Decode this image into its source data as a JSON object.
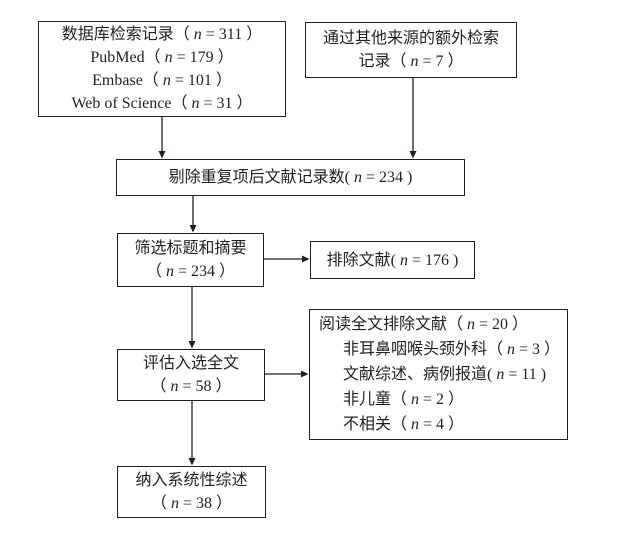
{
  "colors": {
    "background": "#ffffff",
    "line": "#231f20",
    "text": "#231f20"
  },
  "diagram": {
    "boxes": {
      "identification": {
        "lines": [
          "数据库检索记录（ n = 311 ）",
          "PubMed（ n = 179 ）",
          "Embase（ n = 101 ）",
          "Web of Science（ n = 31 ）"
        ]
      },
      "other_sources": {
        "lines": [
          "通过其他来源的额外检索",
          "记录（ n = 7 ）"
        ]
      },
      "deduplicated": {
        "lines": [
          "剔除重复项后文献记录数( n = 234 )"
        ]
      },
      "screening": {
        "lines": [
          "筛选标题和摘要",
          "（ n = 234 ）"
        ]
      },
      "excluded": {
        "lines": [
          "排除文献( n = 176 )"
        ]
      },
      "fulltext": {
        "lines": [
          "评估入选全文",
          "（ n = 58 ）"
        ]
      },
      "fulltext_excluded": {
        "lines": [
          "阅读全文排除文献（ n = 20 ）",
          "非耳鼻咽喉头颈外科（ n = 3 ）",
          "文献综述、病例报道( n = 11 )",
          "非儿童（ n = 2 ）",
          "不相关（ n = 4 ）"
        ]
      },
      "included": {
        "lines": [
          "纳入系统性综述",
          "（ n = 38 ）"
        ]
      }
    },
    "edges": [
      {
        "from": "identification",
        "to": "deduplicated"
      },
      {
        "from": "other_sources",
        "to": "deduplicated"
      },
      {
        "from": "deduplicated",
        "to": "screening"
      },
      {
        "from": "screening",
        "to": "excluded"
      },
      {
        "from": "screening",
        "to": "fulltext"
      },
      {
        "from": "fulltext",
        "to": "fulltext_excluded"
      },
      {
        "from": "fulltext",
        "to": "included"
      }
    ]
  }
}
